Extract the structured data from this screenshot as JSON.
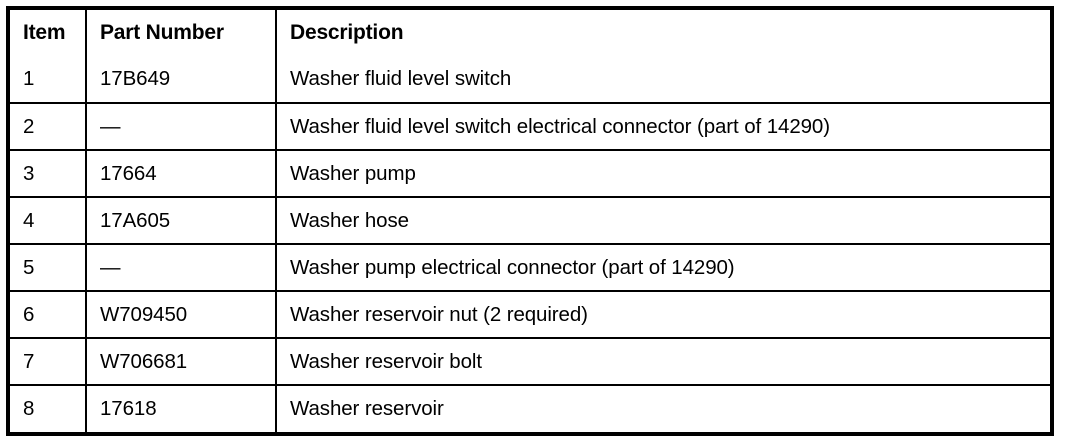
{
  "document": {
    "type": "parts-list-table",
    "background_color": "#ffffff",
    "text_color": "#000000",
    "border_color": "#000000"
  },
  "table": {
    "columns": [
      {
        "key": "item",
        "label": "Item"
      },
      {
        "key": "part_number",
        "label": "Part Number"
      },
      {
        "key": "description",
        "label": "Description"
      }
    ],
    "rows": [
      {
        "item": "1",
        "part_number": "17B649",
        "description": "Washer fluid level switch"
      },
      {
        "item": "2",
        "part_number": "—",
        "description": "Washer fluid level switch electrical connector (part of 14290)"
      },
      {
        "item": "3",
        "part_number": "17664",
        "description": "Washer pump"
      },
      {
        "item": "4",
        "part_number": "17A605",
        "description": "Washer hose"
      },
      {
        "item": "5",
        "part_number": "—",
        "description": "Washer pump electrical connector (part of 14290)"
      },
      {
        "item": "6",
        "part_number": "W709450",
        "description": "Washer reservoir nut (2 required)"
      },
      {
        "item": "7",
        "part_number": "W706681",
        "description": "Washer reservoir bolt"
      },
      {
        "item": "8",
        "part_number": "17618",
        "description": "Washer reservoir"
      }
    ]
  }
}
